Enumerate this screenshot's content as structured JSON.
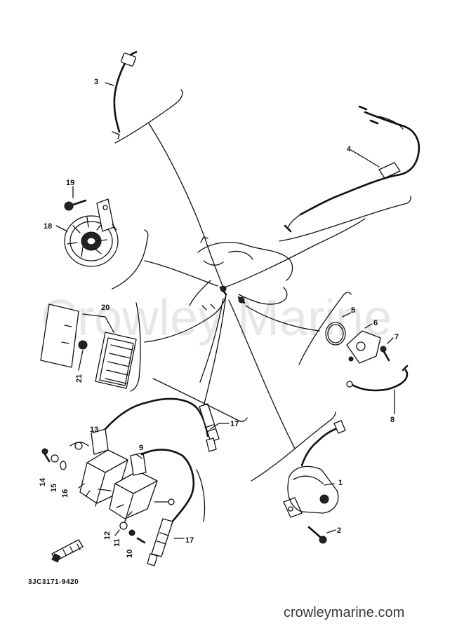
{
  "watermark": "Crowley Marine",
  "diagram_code": "3JC3171-9420",
  "site_url": "crowleymarine.com",
  "callouts": [
    "1",
    "2",
    "3",
    "4",
    "5",
    "6",
    "7",
    "8",
    "9",
    "10",
    "11",
    "12",
    "13",
    "14",
    "15",
    "16",
    "17",
    "17",
    "18",
    "19",
    "20",
    "21"
  ]
}
